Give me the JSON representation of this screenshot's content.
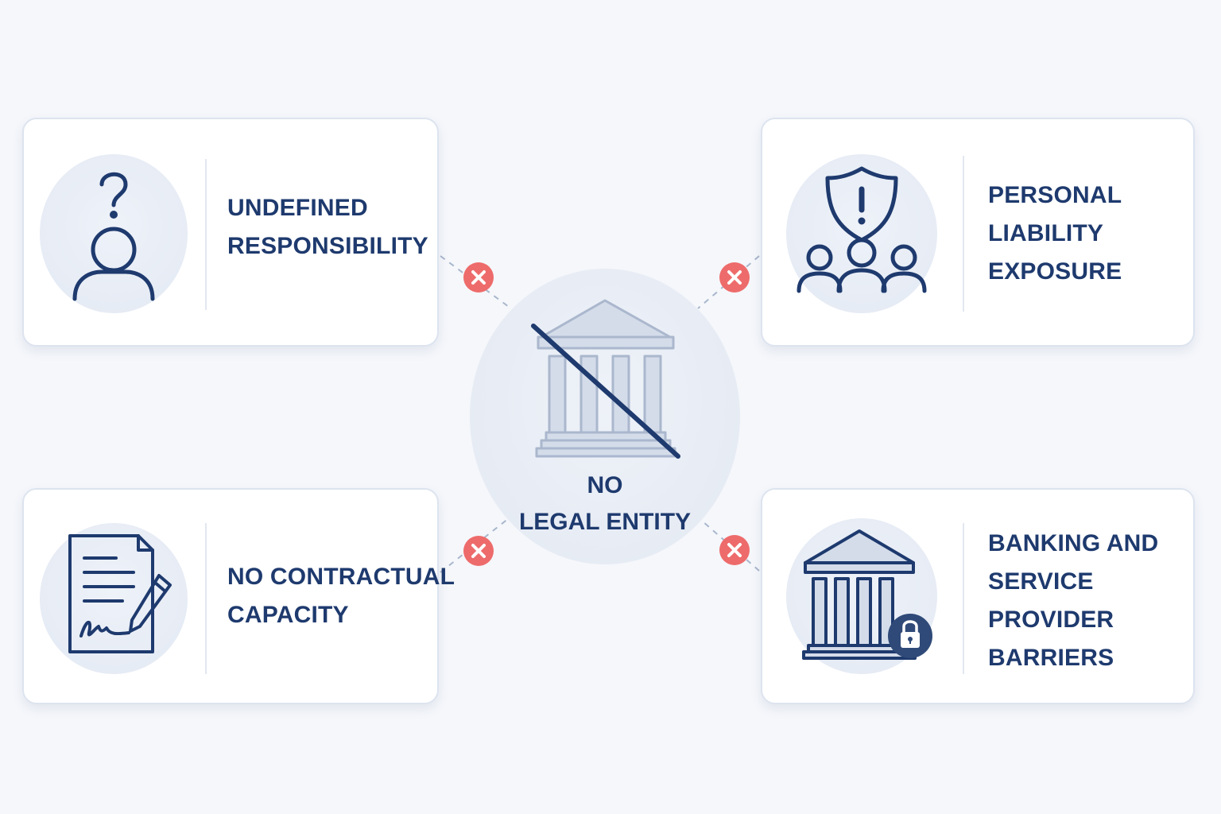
{
  "center": {
    "line1": "NO",
    "line2": "LEGAL ENTITY",
    "icon": "crossed-out-institution-icon"
  },
  "cards": [
    {
      "position": "top-left",
      "icon": "question-person-icon",
      "lines": [
        "UNDEFINED",
        "RESPONSIBILITY"
      ]
    },
    {
      "position": "top-right",
      "icon": "shield-warning-group-icon",
      "lines": [
        "PERSONAL",
        "LIABILITY",
        "EXPOSURE"
      ]
    },
    {
      "position": "bottom-left",
      "icon": "signed-document-icon",
      "lines": [
        "NO CONTRACTUAL",
        "CAPACITY"
      ]
    },
    {
      "position": "bottom-right",
      "icon": "locked-bank-icon",
      "lines": [
        "BANKING AND",
        "SERVICE",
        "PROVIDER",
        "BARRIERS"
      ]
    }
  ],
  "badge_icon": "x-mark-icon",
  "colors": {
    "background": "#f5f7fb",
    "text": "#1e3a6e",
    "icon_stroke": "#1e3a6e",
    "badge": "#ee6b6b",
    "connector": "#a9b7cc"
  }
}
